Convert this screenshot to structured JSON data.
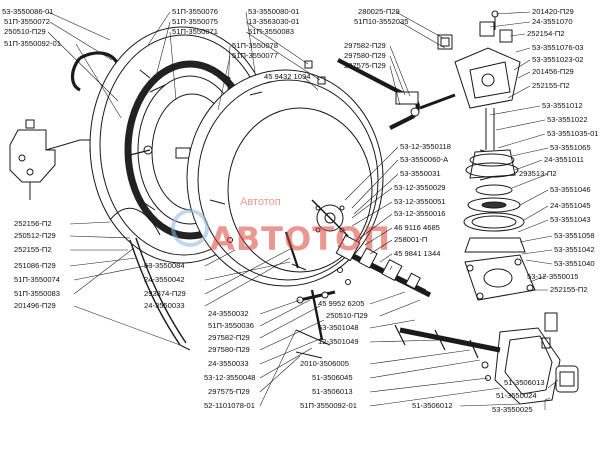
{
  "labels": {
    "l1": "53-3550086-01",
    "l2": "51П-3550072",
    "l3": "250510-П29",
    "l4": "51П-3550092-01",
    "l5": "51П-3550076",
    "l6": "51П-3550075",
    "l7": "51П-3550071",
    "l8": "53-3550080-01",
    "l9": "13-3563030-01",
    "l10": "51П-3550083",
    "l11": "51П-3550078",
    "l12": "51П-3550077",
    "l13": "45 9432 1094",
    "l14": "280025-П29",
    "l15": "51П10-3552035",
    "l16": "297582-П29",
    "l17": "297580-П29",
    "l18": "297575-П29",
    "l19": "201420-П29",
    "l20": "24-3551070",
    "l21": "252154-П2",
    "l22": "53-3551076-03",
    "l23": "53-3551023-02",
    "l24": "201456-П29",
    "l25": "252155-П2",
    "l26": "53-3551012",
    "l27": "53-3551022",
    "l28": "53-3551035-01",
    "l29": "53-3551065",
    "l30": "24-3551011",
    "l31": "293513-П2",
    "l32": "53-3551046",
    "l33": "24-3551045",
    "l34": "53-3551043",
    "l35": "53-3551058",
    "l36": "53-3551042",
    "l37": "53-3551040",
    "l38": "53-12-3550015",
    "l39": "252155-П2",
    "l40": "53-12-3550118",
    "l41": "53-3550060-А",
    "l42": "53-3550031",
    "l43": "53-12-3550029",
    "l44": "53-12-3550051",
    "l45": "53-12-3550016",
    "l46": "46 9116 4685",
    "l47": "258001-П",
    "l48": "45 9841 1344",
    "l49": "252156-П2",
    "l50": "250512-П29",
    "l51": "252155-П2",
    "l52": "251086-П29",
    "l53": "51П-3550074",
    "l54": "51П-3550083",
    "l55": "201496-П29",
    "l56": "53-3550084",
    "l57": "24-3550042",
    "l58": "293374-П29",
    "l59": "24-3550033",
    "l60": "24-3550032",
    "l61": "51П-3550036",
    "l62": "297582-П29",
    "l63": "297580-П29",
    "l64": "24-3550033",
    "l65": "53-12-3550048",
    "l66": "297575-П29",
    "l67": "52-1101078-01",
    "l68": "45 9952 6205",
    "l69": "250510-П29",
    "l70": "53-3501048",
    "l71": "12-3501049",
    "l72": "2010-3506005",
    "l73": "51-3506045",
    "l74": "51-3506013",
    "l75": "51П-3550092-01",
    "l76": "51-3506012",
    "l77": "51-3506013",
    "l78": "51-3550024",
    "l79": "53-3550025"
  },
  "watermark": {
    "main": "АВТОТОП",
    "small": "Автотоп"
  },
  "colors": {
    "line": "#1a1a1a",
    "watermark": "#d9433a",
    "watermark_blue": "#8fb6d8"
  }
}
